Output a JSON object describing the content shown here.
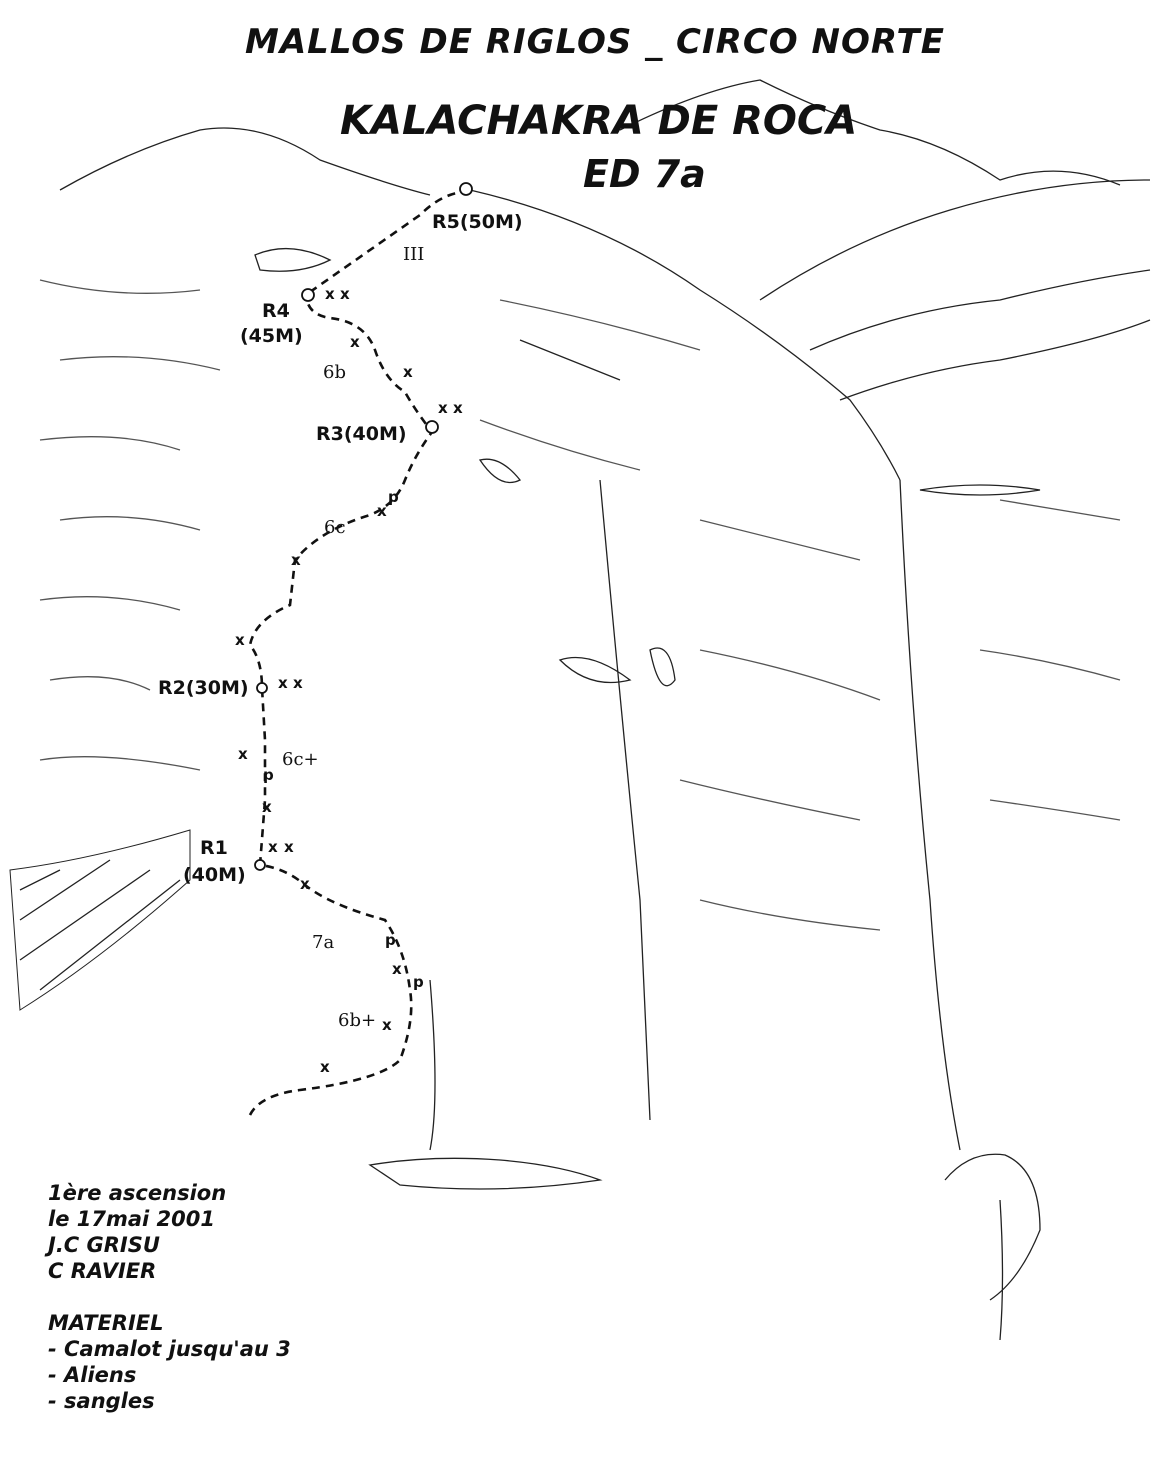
{
  "title": {
    "line1": "MALLOS DE RIGLOS _ CIRCO NORTE",
    "line2": "KALACHAKRA DE ROCA",
    "line3": "ED 7a"
  },
  "belays": {
    "r1": "R1",
    "r1_len": "(40M)",
    "r2": "R2(30M)",
    "r3": "R3(40M)",
    "r4": "R4",
    "r4_len": "(45M)",
    "r5": "R5(50M)"
  },
  "grades": {
    "p1a": "7a",
    "p1b": "6b+",
    "p2": "6c+",
    "p3": "6c",
    "p4": "6b",
    "p5": "III"
  },
  "bolt_marks": {
    "bolt": "x",
    "piton": "p"
  },
  "info": {
    "line1": "1ère ascension",
    "line2": "le 17mai 2001",
    "line3": "J.C GRISU",
    "line4": "C RAVIER",
    "gear_title": "MATERIEL",
    "gear": [
      "- Camalot jusqu'au 3",
      "- Aliens",
      "- sangles"
    ]
  }
}
